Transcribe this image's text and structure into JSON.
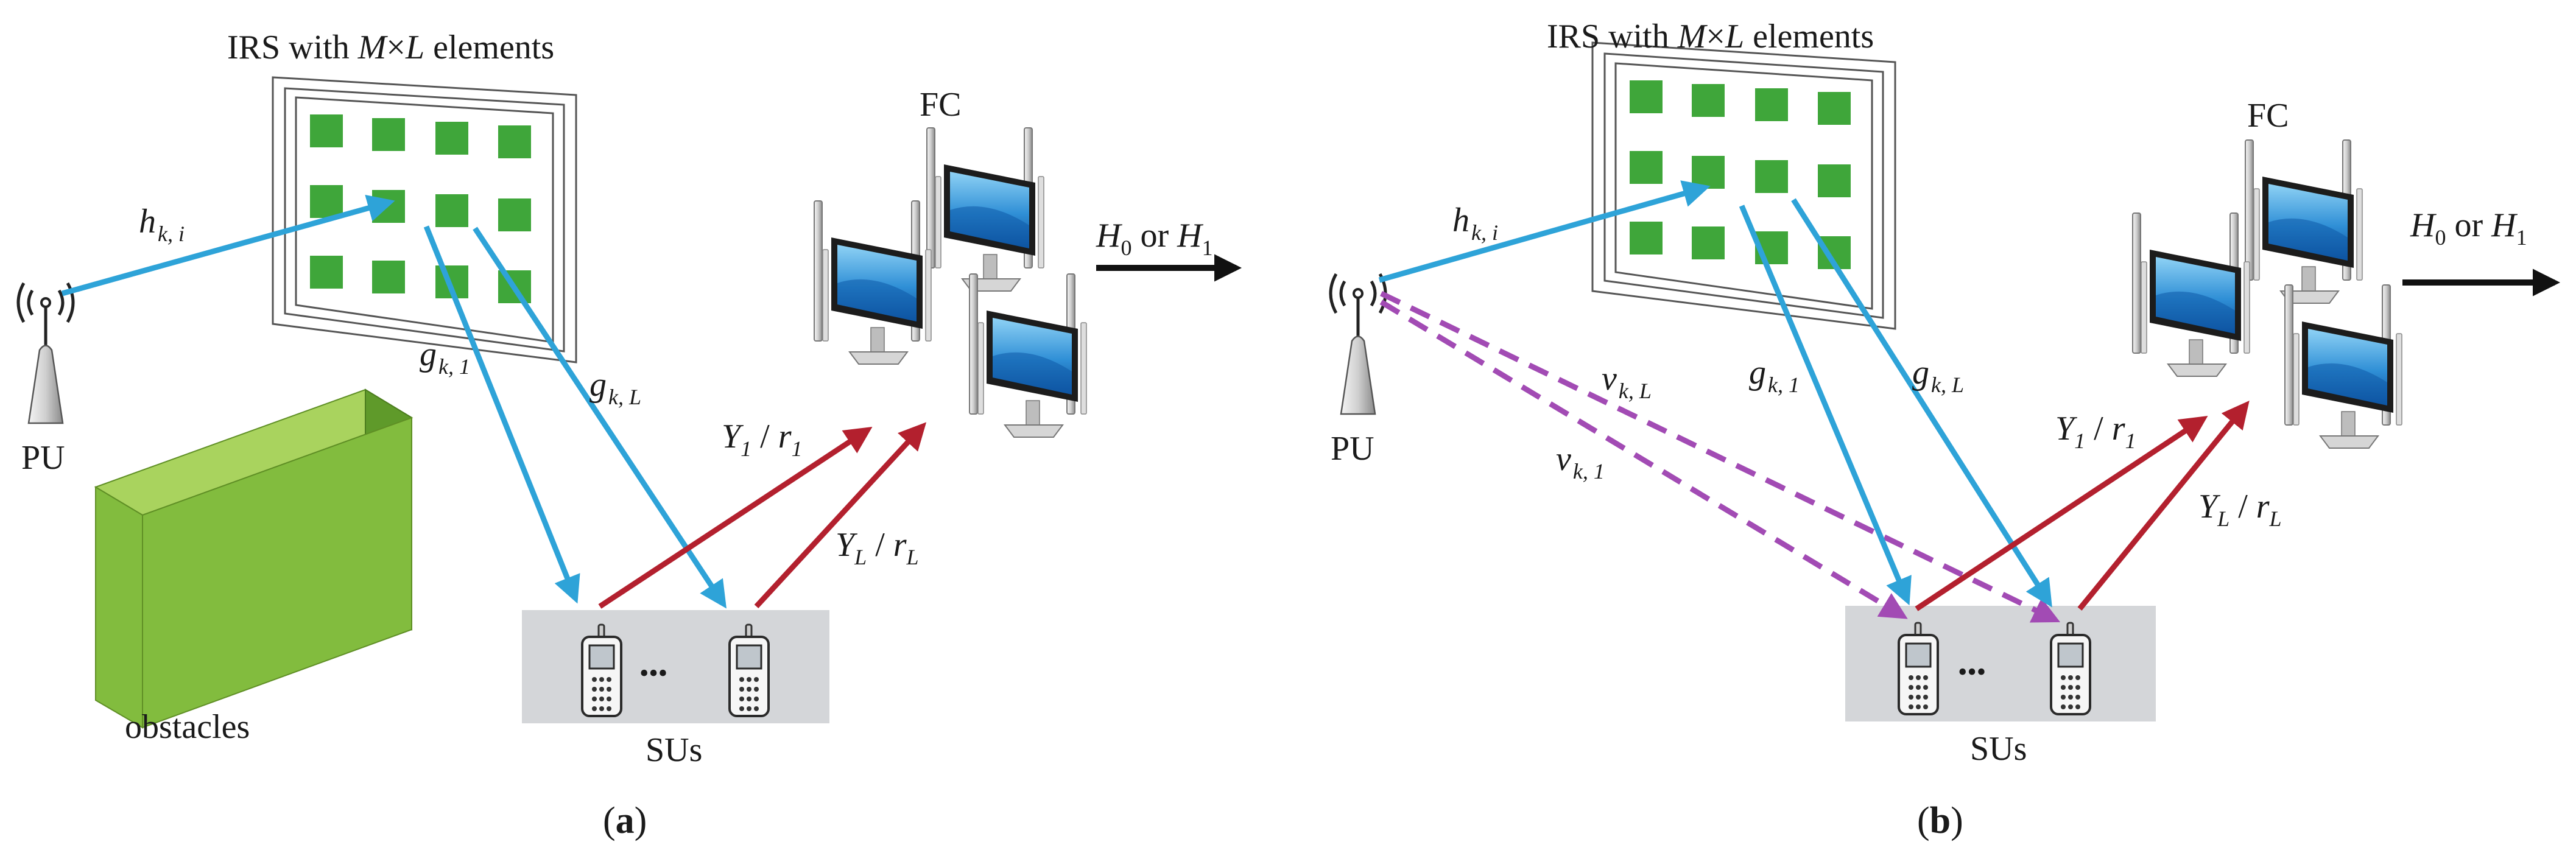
{
  "panel_a": {
    "irs_label": {
      "prefix": "IRS with ",
      "M": "M",
      "times": "×",
      "L": "L",
      "suffix": " elements"
    },
    "fc_label": "FC",
    "pu_label": "PU",
    "sus_label": "SUs",
    "obstacles_label": "obstacles",
    "caption": {
      "open": "(",
      "letter": "a",
      "close": ")"
    },
    "decision": {
      "h0": "H",
      "h0_sub": "0",
      "or": " or ",
      "h1": "H",
      "h1_sub": "1"
    },
    "h_ki": {
      "base": "h",
      "sub": "k, i"
    },
    "g_k1": {
      "base": "g",
      "sub": "k, 1"
    },
    "g_kL": {
      "base": "g",
      "sub": "k, L"
    },
    "y1r1": {
      "Y": "Y",
      "Ysub": "1",
      "slash": " / ",
      "r": "r",
      "rsub": "1"
    },
    "yLrL": {
      "Y": "Y",
      "Ysub": "L",
      "slash": " / ",
      "r": "r",
      "rsub": "L"
    },
    "dots": "•••"
  },
  "panel_b": {
    "irs_label": {
      "prefix": "IRS with ",
      "M": "M",
      "times": "×",
      "L": "L",
      "suffix": " elements"
    },
    "fc_label": "FC",
    "pu_label": "PU",
    "sus_label": "SUs",
    "caption": {
      "open": "(",
      "letter": "b",
      "close": ")"
    },
    "decision": {
      "h0": "H",
      "h0_sub": "0",
      "or": " or ",
      "h1": "H",
      "h1_sub": "1"
    },
    "h_ki": {
      "base": "h",
      "sub": "k, i"
    },
    "g_k1": {
      "base": "g",
      "sub": "k, 1"
    },
    "g_kL": {
      "base": "g",
      "sub": "k, L"
    },
    "v_kL": {
      "base": "v",
      "sub": "k, L"
    },
    "v_k1": {
      "base": "v",
      "sub": "k, 1"
    },
    "y1r1": {
      "Y": "Y",
      "Ysub": "1",
      "slash": " / ",
      "r": "r",
      "rsub": "1"
    },
    "yLrL": {
      "Y": "Y",
      "Ysub": "L",
      "slash": " / ",
      "r": "r",
      "rsub": "L"
    },
    "dots": "•••"
  },
  "colors": {
    "irs_element": "#3fa63a",
    "blue_link": "#2ea3d8",
    "red_link": "#b3202e",
    "purple_link": "#a24bb4",
    "obstacle": "#82bc3e",
    "su_box": "#d4d6d9"
  }
}
